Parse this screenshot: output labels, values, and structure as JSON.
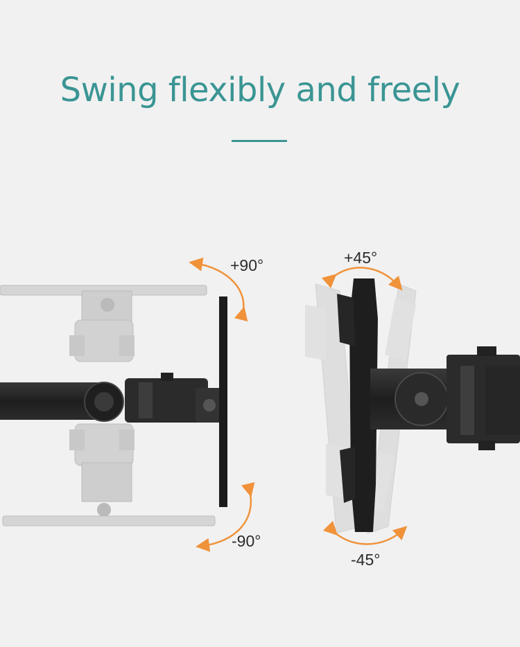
{
  "heading": {
    "title": "Swing flexibly and freely"
  },
  "angles": {
    "up": "+90°",
    "down": "-90°",
    "tilt_up": "+45°",
    "tilt_down": "-45°"
  },
  "colors": {
    "title": "#3a9594",
    "underline": "#3a9594",
    "arrow": "#f0923a",
    "mount_dark": "#2a2a2a",
    "mount_ghost": "#c8c8c8",
    "background": "#f1f1f1"
  },
  "icons": {
    "arrows": "curved-rotation-arrow"
  }
}
